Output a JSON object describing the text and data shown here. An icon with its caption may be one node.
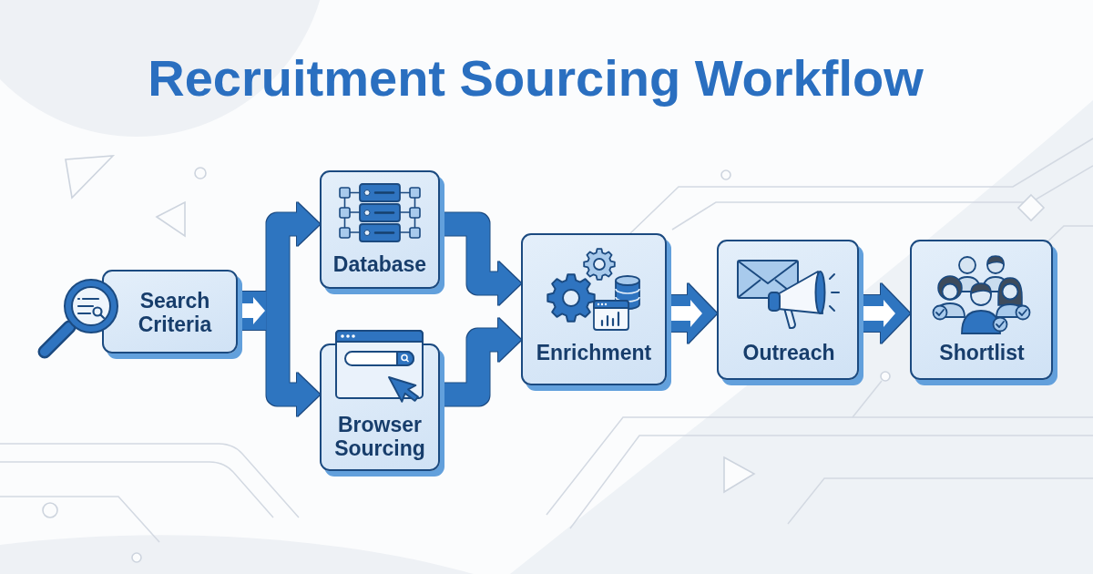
{
  "diagram": {
    "title": "Recruitment Sourcing Workflow",
    "nodes": [
      {
        "text": [
          "Search Criteria"
        ]
      },
      {
        "text": [
          "Database"
        ]
      },
      {
        "text": [
          "Browser Sourcing"
        ]
      },
      {
        "text": [
          "Enrichment"
        ]
      },
      {
        "text": [
          "Outreach"
        ]
      },
      {
        "text": [
          "Shortlist"
        ]
      }
    ],
    "edges": [
      {
        "from": 0,
        "to": 1,
        "arrow": "to"
      },
      {
        "from": 0,
        "to": 2,
        "arrow": "to"
      },
      {
        "from": 1,
        "to": 3,
        "arrow": "to"
      },
      {
        "from": 2,
        "to": 3,
        "arrow": "to"
      },
      {
        "from": 3,
        "to": 4,
        "arrow": "to"
      },
      {
        "from": 4,
        "to": 5,
        "arrow": "to"
      }
    ]
  }
}
